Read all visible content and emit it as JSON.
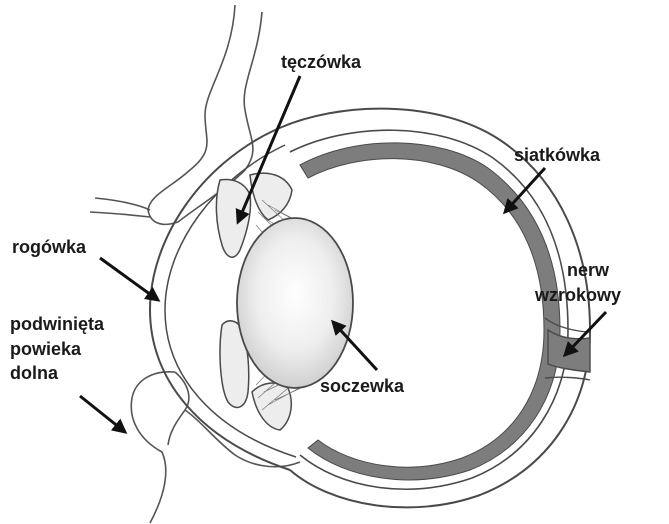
{
  "labels": {
    "iris": "tęczówka",
    "retina": "siatkówka",
    "cornea": "rogówka",
    "optic_nerve": [
      "nerw",
      "wzrokowy"
    ],
    "lower_eyelid": [
      "podwinięta",
      "powieka",
      "dolna"
    ],
    "lens": "soczewka"
  },
  "colors": {
    "outline": "#4a4a4a",
    "retina_fill": "#7d7d7d",
    "tissue_fill": "#ededed",
    "lens_fill": "#dcdcdc",
    "pointer": "#111111"
  }
}
